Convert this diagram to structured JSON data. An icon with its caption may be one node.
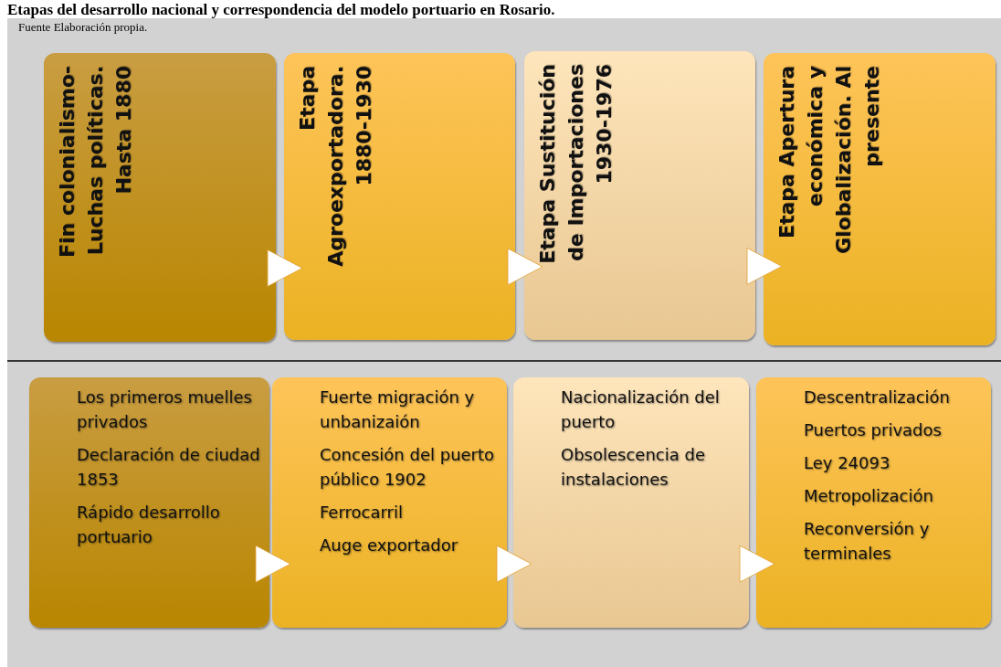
{
  "diagram": {
    "title": "Etapas del desarrollo nacional y correspondencia del modelo portuario en Rosario.",
    "caption": "Fuente Elaboración propia.",
    "nodes": [
      {
        "text": [
          "Fin colonialismo- Luchas políticas. Hasta 1880"
        ]
      },
      {
        "text": [
          "Etapa Agroexportadora. 1880-1930"
        ]
      },
      {
        "text": [
          "Etapa Sustitución de Importaciones 1930-1976"
        ]
      },
      {
        "text": [
          "Etapa Apertura económica y Globalización. Al presente"
        ]
      },
      {
        "text": [
          "Los primeros muelles privados",
          "Declaración de ciudad 1853",
          "Rápido desarrollo portuario"
        ]
      },
      {
        "text": [
          "Fuerte migración y unbanizaión",
          "Concesión del puerto público 1902",
          "Ferrocarril",
          "Auge exportador"
        ]
      },
      {
        "text": [
          "Nacionalización del puerto",
          "Obsolescencia de instalaciones"
        ]
      },
      {
        "text": [
          "Descentralización",
          "Puertos privados",
          "Ley 24093",
          "Metropolización",
          "Reconversión y terminales"
        ]
      }
    ],
    "edges": [
      {
        "from": 0,
        "to": 1,
        "arrow": "to"
      },
      {
        "from": 1,
        "to": 2,
        "arrow": "to"
      },
      {
        "from": 2,
        "to": 3,
        "arrow": "to"
      },
      {
        "from": 4,
        "to": 5,
        "arrow": "to"
      },
      {
        "from": 5,
        "to": 6,
        "arrow": "to"
      },
      {
        "from": 6,
        "to": 7,
        "arrow": "to"
      }
    ]
  }
}
